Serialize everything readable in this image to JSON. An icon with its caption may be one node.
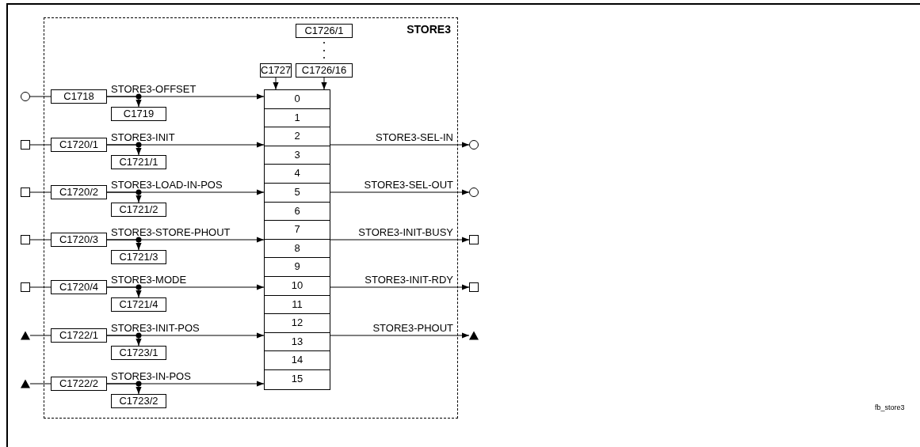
{
  "diagram": {
    "nodes": [
      {
        "text": [
          "STORE3"
        ]
      },
      {
        "text": [
          "C1726/1"
        ],
        "in": 0
      },
      {
        "text": [
          "C1727"
        ],
        "in": 0
      },
      {
        "text": [
          "C1726/16"
        ],
        "in": 0
      },
      {
        "text": [],
        "shape": "box",
        "in": 0
      },
      {
        "text": [
          "0"
        ],
        "in": 4
      },
      {
        "text": [
          "1"
        ],
        "in": 4
      },
      {
        "text": [
          "2"
        ],
        "in": 4
      },
      {
        "text": [
          "3"
        ],
        "in": 4
      },
      {
        "text": [
          "4"
        ],
        "in": 4
      },
      {
        "text": [
          "5"
        ],
        "in": 4
      },
      {
        "text": [
          "6"
        ],
        "in": 4
      },
      {
        "text": [
          "7"
        ],
        "in": 4
      },
      {
        "text": [
          "8"
        ],
        "in": 4
      },
      {
        "text": [
          "9"
        ],
        "in": 4
      },
      {
        "text": [
          "10"
        ],
        "in": 4
      },
      {
        "text": [
          "11"
        ],
        "in": 4
      },
      {
        "text": [
          "12"
        ],
        "in": 4
      },
      {
        "text": [
          "13"
        ],
        "in": 4
      },
      {
        "text": [
          "14"
        ],
        "in": 4
      },
      {
        "text": [
          "15"
        ],
        "in": 4
      },
      {
        "text": [],
        "shape": "circle"
      },
      {
        "text": [
          "C1718"
        ],
        "in": 0
      },
      {
        "text": [
          "C1719"
        ],
        "in": 0
      },
      {
        "text": [],
        "shape": "box"
      },
      {
        "text": [
          "C1720/1"
        ],
        "in": 0
      },
      {
        "text": [
          "C1721/1"
        ],
        "in": 0
      },
      {
        "text": [],
        "shape": "box"
      },
      {
        "text": [
          "C1720/2"
        ],
        "in": 0
      },
      {
        "text": [
          "C1721/2"
        ],
        "in": 0
      },
      {
        "text": [],
        "shape": "box"
      },
      {
        "text": [
          "C1720/3"
        ],
        "in": 0
      },
      {
        "text": [
          "C1721/3"
        ],
        "in": 0
      },
      {
        "text": [],
        "shape": "box"
      },
      {
        "text": [
          "C1720/4"
        ],
        "in": 0
      },
      {
        "text": [
          "C1721/4"
        ],
        "in": 0
      },
      {
        "text": [],
        "shape": "triangle"
      },
      {
        "text": [
          "C1722/1"
        ],
        "in": 0
      },
      {
        "text": [
          "C1723/1"
        ],
        "in": 0
      },
      {
        "text": [],
        "shape": "triangle"
      },
      {
        "text": [
          "C1722/2"
        ],
        "in": 0
      },
      {
        "text": [
          "C1723/2"
        ],
        "in": 0
      },
      {
        "text": [],
        "shape": "circle"
      },
      {
        "text": [],
        "shape": "circle"
      },
      {
        "text": [],
        "shape": "box"
      },
      {
        "text": [],
        "shape": "box"
      },
      {
        "text": [],
        "shape": "triangle"
      }
    ],
    "edges": [
      {
        "from": 2,
        "to": 4,
        "arrow": "to"
      },
      {
        "from": 3,
        "to": 4,
        "arrow": "to"
      },
      {
        "from": 21,
        "to": 22,
        "arrow": "none"
      },
      {
        "from": 22,
        "to": 4,
        "arrow": "to",
        "label": "STORE3-OFFSET"
      },
      {
        "from": 22,
        "to": 23,
        "arrow": "to"
      },
      {
        "from": 24,
        "to": 25,
        "arrow": "none"
      },
      {
        "from": 25,
        "to": 4,
        "arrow": "to",
        "label": "STORE3-INIT"
      },
      {
        "from": 25,
        "to": 26,
        "arrow": "to"
      },
      {
        "from": 27,
        "to": 28,
        "arrow": "none"
      },
      {
        "from": 28,
        "to": 4,
        "arrow": "to",
        "label": "STORE3-LOAD-IN-POS"
      },
      {
        "from": 28,
        "to": 29,
        "arrow": "to"
      },
      {
        "from": 30,
        "to": 31,
        "arrow": "none"
      },
      {
        "from": 31,
        "to": 4,
        "arrow": "to",
        "label": "STORE3-STORE-PHOUT"
      },
      {
        "from": 31,
        "to": 32,
        "arrow": "to"
      },
      {
        "from": 33,
        "to": 34,
        "arrow": "none"
      },
      {
        "from": 34,
        "to": 4,
        "arrow": "to",
        "label": "STORE3-MODE"
      },
      {
        "from": 34,
        "to": 35,
        "arrow": "to"
      },
      {
        "from": 36,
        "to": 37,
        "arrow": "none"
      },
      {
        "from": 37,
        "to": 4,
        "arrow": "to",
        "label": "STORE3-INIT-POS"
      },
      {
        "from": 37,
        "to": 38,
        "arrow": "to"
      },
      {
        "from": 39,
        "to": 40,
        "arrow": "none"
      },
      {
        "from": 40,
        "to": 4,
        "arrow": "to",
        "label": "STORE3-IN-POS"
      },
      {
        "from": 40,
        "to": 41,
        "arrow": "to"
      },
      {
        "from": 4,
        "to": 42,
        "arrow": "to",
        "label": "STORE3-SEL-IN"
      },
      {
        "from": 4,
        "to": 43,
        "arrow": "to",
        "label": "STORE3-SEL-OUT"
      },
      {
        "from": 4,
        "to": 44,
        "arrow": "to",
        "label": "STORE3-INIT-BUSY"
      },
      {
        "from": 4,
        "to": 45,
        "arrow": "to",
        "label": "STORE3-INIT-RDY"
      },
      {
        "from": 4,
        "to": 46,
        "arrow": "to",
        "label": "STORE3-PHOUT"
      }
    ],
    "labels": [
      "fb_store3"
    ]
  }
}
